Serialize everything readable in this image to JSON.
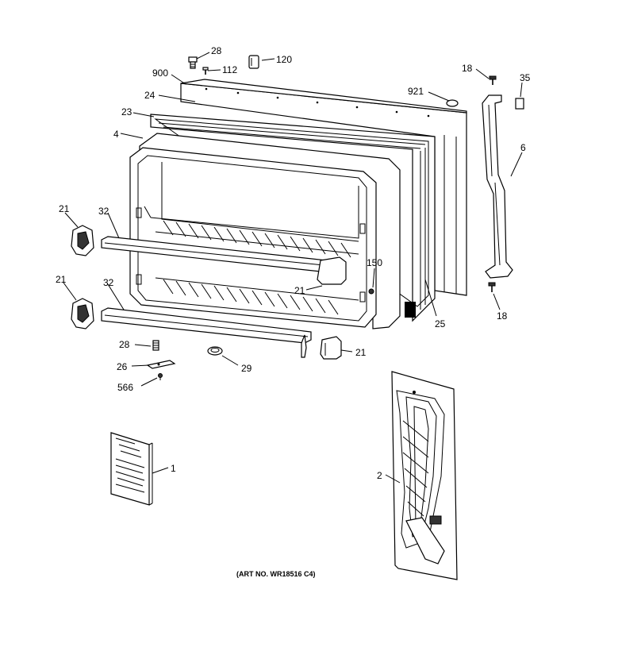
{
  "callouts": [
    {
      "id": "c28a",
      "text": "28"
    },
    {
      "id": "c112",
      "text": "112"
    },
    {
      "id": "c120",
      "text": "120"
    },
    {
      "id": "c900",
      "text": "900"
    },
    {
      "id": "c24",
      "text": "24"
    },
    {
      "id": "c23",
      "text": "23"
    },
    {
      "id": "c4",
      "text": "4"
    },
    {
      "id": "c921",
      "text": "921"
    },
    {
      "id": "c18a",
      "text": "18"
    },
    {
      "id": "c35",
      "text": "35"
    },
    {
      "id": "c6",
      "text": "6"
    },
    {
      "id": "c21a",
      "text": "21"
    },
    {
      "id": "c32a",
      "text": "32"
    },
    {
      "id": "c150",
      "text": "150"
    },
    {
      "id": "c21b",
      "text": "21"
    },
    {
      "id": "c21c",
      "text": "21"
    },
    {
      "id": "c32b",
      "text": "32"
    },
    {
      "id": "c25",
      "text": "25"
    },
    {
      "id": "c18b",
      "text": "18"
    },
    {
      "id": "c28b",
      "text": "28"
    },
    {
      "id": "c21d",
      "text": "21"
    },
    {
      "id": "c26",
      "text": "26"
    },
    {
      "id": "c29",
      "text": "29"
    },
    {
      "id": "c566",
      "text": "566"
    },
    {
      "id": "c1",
      "text": "1"
    },
    {
      "id": "c2",
      "text": "2"
    }
  ],
  "caption": "(ART NO. WR18516 C4)"
}
